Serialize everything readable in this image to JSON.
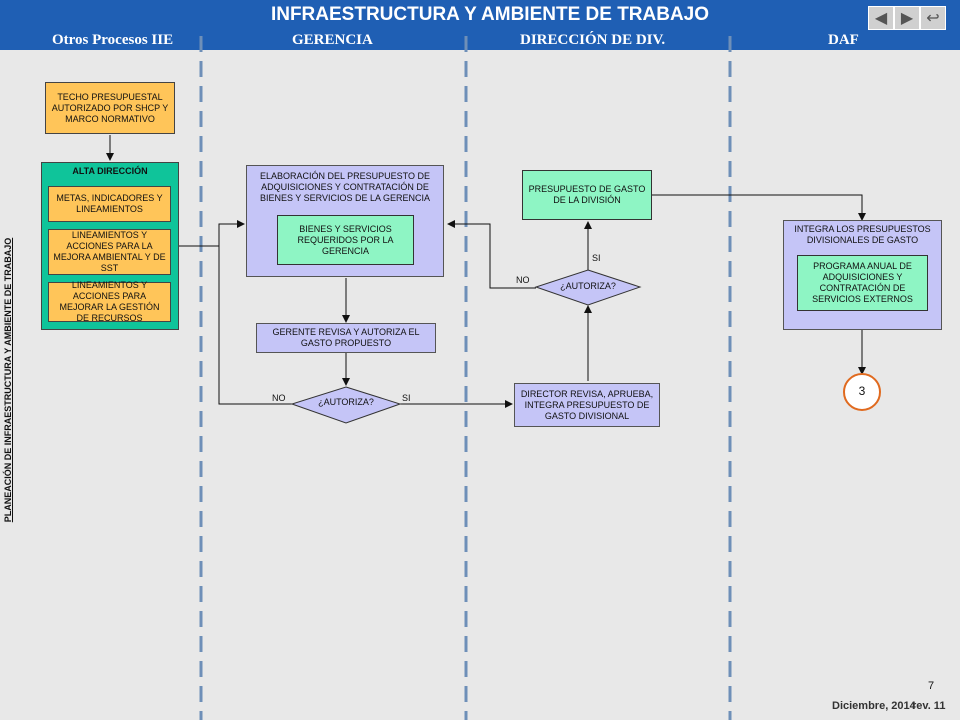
{
  "header": {
    "title": "INFRAESTRUCTURA Y AMBIENTE DE TRABAJO",
    "lanes": [
      "Otros Procesos IIE",
      "GERENCIA",
      "DIRECCIÓN DE DIV.",
      "DAF"
    ]
  },
  "side_label": "PLANEACIÓN DE INFRAESTRUCTURA Y AMBIENTE DE TRABAJO",
  "nav": {
    "prev": "◀",
    "next": "▶",
    "return": "↩"
  },
  "nodes": {
    "techo": "TECHO PRESUPUESTAL AUTORIZADO POR SHCP Y MARCO NORMATIVO",
    "alta_direccion": "ALTA DIRECCIÓN",
    "metas": "METAS, INDICADORES Y LINEAMIENTOS",
    "lineamientos_mejora": "LINEAMIENTOS Y ACCIONES PARA LA MEJORA AMBIENTAL Y DE SST",
    "lineamientos_recursos": "LINEAMIENTOS Y ACCIONES PARA MEJORAR LA GESTIÓN DE RECURSOS",
    "elaboracion": "ELABORACIÓN DEL PRESUPUESTO DE ADQUISICIONES Y CONTRATACIÓN DE BIENES Y SERVICIOS DE LA GERENCIA",
    "bienes": "BIENES Y SERVICIOS REQUERIDOS POR LA GERENCIA",
    "gerente_revisa": "GERENTE REVISA Y AUTORIZA EL GASTO PROPUESTO",
    "autoriza1": "¿AUTORIZA?",
    "director_revisa": "DIRECTOR REVISA, APRUEBA, INTEGRA PRESUPUESTO DE GASTO DIVISIONAL",
    "autoriza2": "¿AUTORIZA?",
    "presupuesto_division": "PRESUPUESTO DE GASTO DE LA DIVISIÓN",
    "integra": "INTEGRA LOS PRESUPUESTOS DIVISIONALES DE GASTO",
    "programa": "PROGRAMA ANUAL DE ADQUISICIONES Y CONTRATACIÓN DE SERVICIOS EXTERNOS",
    "connector": "3"
  },
  "edge_labels": {
    "no1": "NO",
    "si1": "SI",
    "no2": "NO",
    "si2": "SI"
  },
  "footer": {
    "page": "7",
    "date": "Diciembre, 2014",
    "rev": "rev. 11"
  },
  "colors": {
    "header": "#1f5fb4",
    "orange": "#ffc559",
    "green": "#8ef5c4",
    "teal": "#0fc49a",
    "lavender": "#c5c5f7"
  }
}
